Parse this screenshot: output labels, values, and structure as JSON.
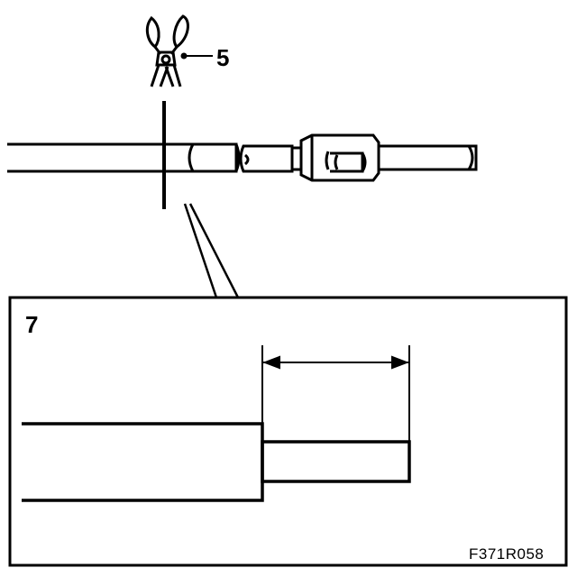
{
  "labels": {
    "callout_5": "5",
    "callout_7": "7",
    "figure_code": "F371R058"
  },
  "icons": {
    "tool": "side-cutter-pliers-icon"
  },
  "colors": {
    "line": "#000000",
    "background": "#ffffff"
  }
}
